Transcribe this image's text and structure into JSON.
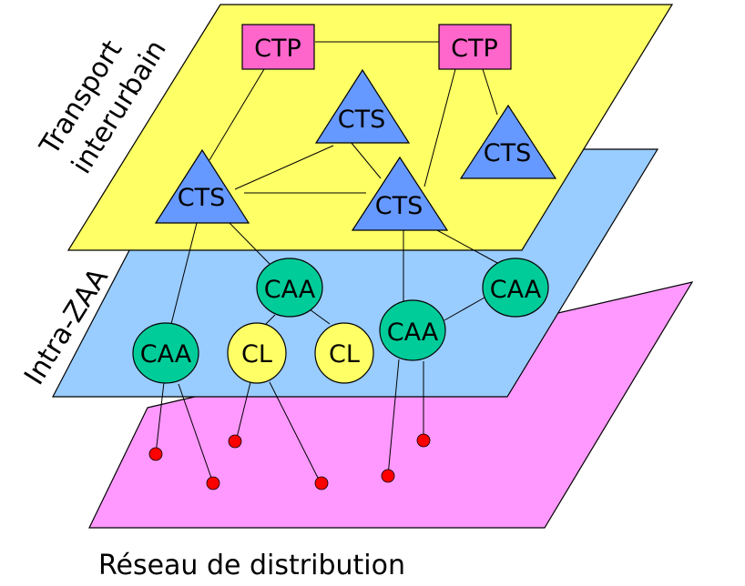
{
  "layers": [
    {
      "key": "distribution",
      "label": "Réseau de distribution",
      "color": "#FF99FF"
    },
    {
      "key": "intra",
      "label": "Intra-ZAA",
      "color": "#99CCFF"
    },
    {
      "key": "transport",
      "label_line1": "Transport",
      "label_line2": "interurbain",
      "color": "#FFFF66"
    }
  ],
  "colors": {
    "ctp_fill": "#FF66CC",
    "cts_fill": "#6699FF",
    "caa_fill": "#00CC99",
    "cl_fill": "#FFFF66",
    "endpoint_fill": "#FF0000"
  },
  "nodes": {
    "ctp": [
      "CTP",
      "CTP"
    ],
    "cts": [
      "CTS",
      "CTS",
      "CTS",
      "CTS"
    ],
    "caa": [
      "CAA",
      "CAA",
      "CAA",
      "CAA"
    ],
    "cl": [
      "CL",
      "CL"
    ]
  }
}
